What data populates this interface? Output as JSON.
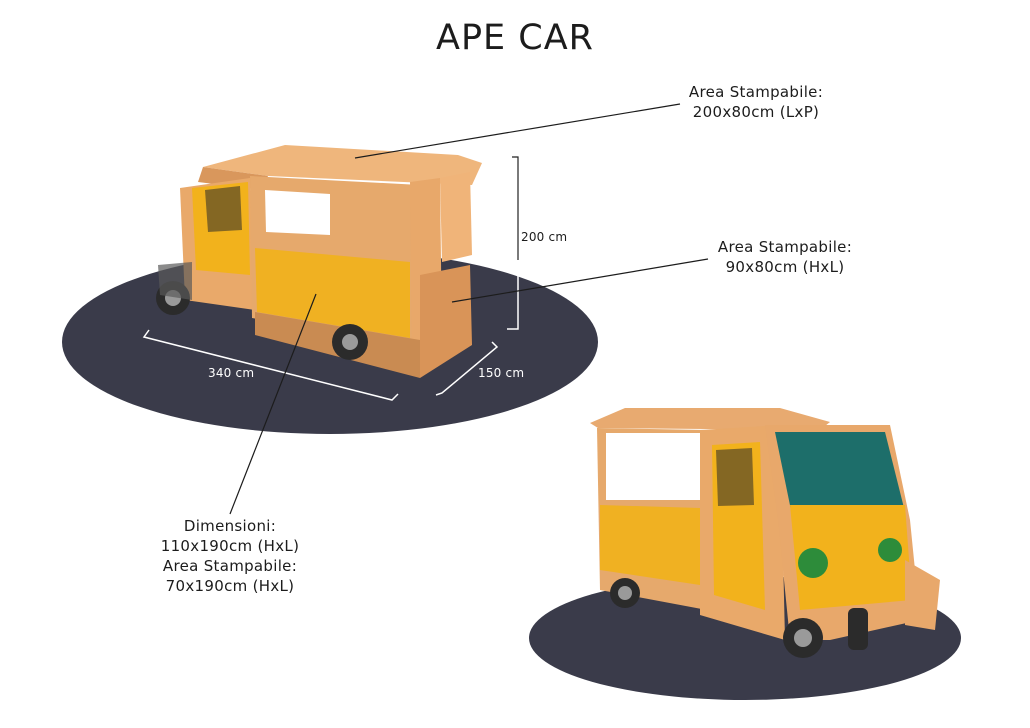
{
  "title": "APE CAR",
  "callouts": {
    "roof": {
      "line1": "Area Stampabile:",
      "line2": "200x80cm (LxP)"
    },
    "rear": {
      "line1": "Area Stampabile:",
      "line2": "90x80cm (HxL)"
    },
    "side": {
      "line1": "Dimensioni:",
      "line2": "110x190cm (HxL)",
      "line3": "Area Stampabile:",
      "line4": "70x190cm (HxL)"
    }
  },
  "dimensions": {
    "height": "200 cm",
    "length": "340 cm",
    "width": "150 cm"
  },
  "colors": {
    "floor": "#3a3b4a",
    "wood": "#e6a96c",
    "wood_dark": "#c98b52",
    "vehicle_yellow": "#f2b21c"
  }
}
